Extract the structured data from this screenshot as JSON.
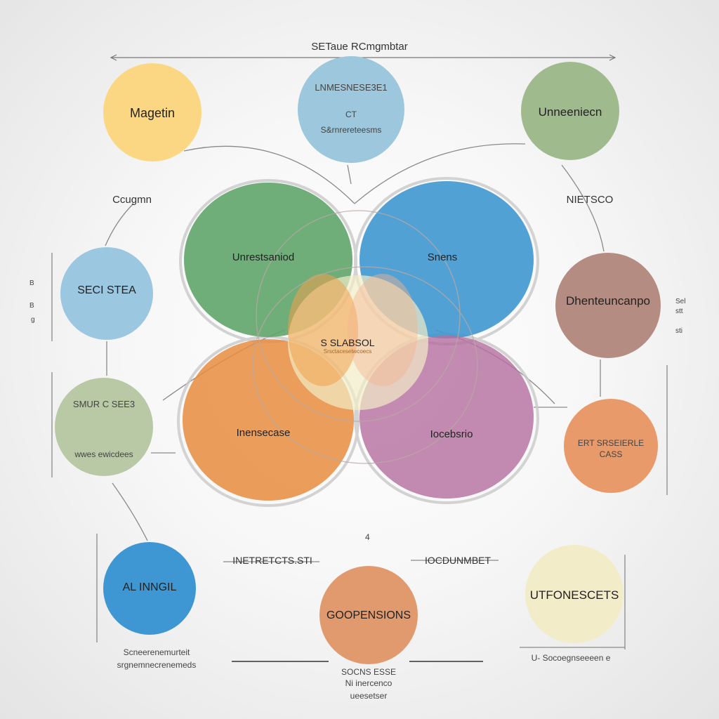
{
  "title": "SETaue RCmgmbtar",
  "top_nodes": [
    {
      "label": "Magetin",
      "color": "#fbd783"
    },
    {
      "label": "LNMESNESE3E1",
      "sublabel_1": "CT",
      "sublabel_2": "S&rnrereteesms",
      "color": "#9cc7dc"
    },
    {
      "label": "Unneeniecn",
      "color": "#9fbb8e"
    }
  ],
  "side_labels": {
    "left_top": "Ccugmn",
    "right_top": "NIETSCO"
  },
  "left_nodes": [
    {
      "label": "SECI STEA",
      "color": "#9cc7e0"
    },
    {
      "label": "SMUR C SEE3",
      "sublabel": "wwes ewicdees",
      "color": "#b9c9a5"
    }
  ],
  "right_nodes": [
    {
      "label": "Dhenteuncanpo",
      "color": "#b48c82"
    },
    {
      "label": "ERT SRSEIERLE",
      "sublabel": "CASS",
      "color": "#e89a6a"
    }
  ],
  "venn": {
    "sets": [
      {
        "label": "Unrestsaniod",
        "color": "#5fa46a"
      },
      {
        "label": "Snens",
        "color": "#3f97cf"
      },
      {
        "label": "Inensecase",
        "color": "#e88c3e"
      },
      {
        "label": "Iocebsrio",
        "color": "#b46e9e"
      }
    ],
    "center": {
      "label": "S SLABSOL",
      "sublabel": "Srsctacesetwcoecs",
      "color": "#f2ecc8"
    }
  },
  "marginal": {
    "left_a": "B",
    "left_b": "B",
    "left_c": "g",
    "right_a": "Sel",
    "right_b": "stt",
    "right_c": "sti",
    "bottom_number": "4"
  },
  "bottom_labels": {
    "left": "INETRETCTS.STI",
    "right": "IOCDUNMBET"
  },
  "bottom_nodes": [
    {
      "label": "AL INNGIL",
      "caption_1": "Scneerenemurteit",
      "caption_2": "srgnemnecrenemeds",
      "color": "#3e97d3"
    },
    {
      "label": "GOOPENSIONS",
      "caption_1": "SOCNS ESSE",
      "caption_2": "Ni inercenco",
      "caption_3": "ueesetser",
      "color": "#e09a6d"
    },
    {
      "label": "UTFONESCETS",
      "caption_1": "U- Socoegnseeeen e",
      "color": "#f2ecc8"
    }
  ]
}
